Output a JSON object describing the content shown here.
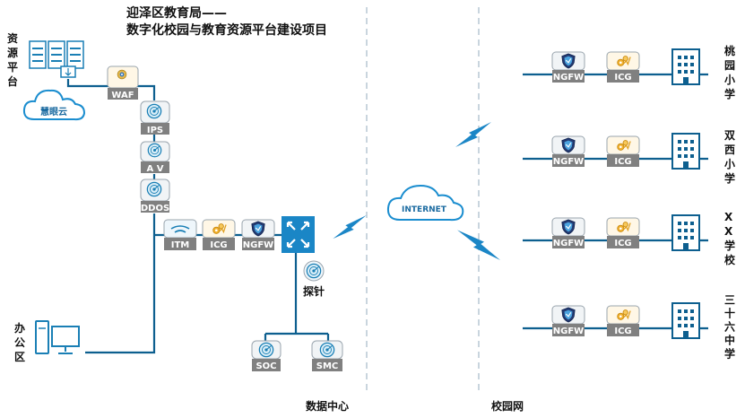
{
  "title": {
    "line1": "迎泽区教育局——",
    "line2": "数字化校园与教育资源平台建设项目"
  },
  "left": {
    "resource_platform": "资源平台",
    "cloud_label": "慧眼云",
    "office_area": "办公区"
  },
  "security_stack": [
    "WAF",
    "IPS",
    "A V",
    "DDOS"
  ],
  "edge_devices": [
    "ITM",
    "ICG",
    "NGFW"
  ],
  "probe_label": "探针",
  "bottom_devices": [
    "SOC",
    "SMC"
  ],
  "internet_label": "INTERNET",
  "zones": {
    "datacenter": "数据中心",
    "campus": "校园网"
  },
  "schools": [
    {
      "name": "桃园小学",
      "devices": [
        "NGFW",
        "ICG"
      ]
    },
    {
      "name": "双西小学",
      "devices": [
        "NGFW",
        "ICG"
      ]
    },
    {
      "name": "XX学校",
      "devices": [
        "NGFW",
        "ICG"
      ]
    },
    {
      "name": "三十六中学",
      "devices": [
        "NGFW",
        "ICG"
      ]
    }
  ],
  "colors": {
    "line": "#0d5f8f",
    "accent": "#1a9ad6",
    "device_label_bg": "#808080",
    "title": "#111111",
    "divider": "#b7c7d3"
  }
}
